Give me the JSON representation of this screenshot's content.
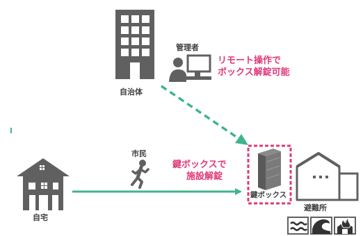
{
  "labels": {
    "municipality": "自治体",
    "administrator": "管理者",
    "resident": "市民",
    "home": "自宅",
    "key_box": "鍵ボックス",
    "evacuation_site": "避難所"
  },
  "callouts": {
    "remote_line1": "リモート操作で",
    "remote_line2": "ボックス解錠可能",
    "unlock_line1": "鍵ボックスで",
    "unlock_line2": "施設解錠"
  },
  "colors": {
    "icon_gray": "#606060",
    "accent_pink": "#e0397a",
    "arrow_green": "#3fb58a"
  },
  "hazard_icons": [
    "flood-icon",
    "tsunami-icon",
    "fire-icon"
  ]
}
